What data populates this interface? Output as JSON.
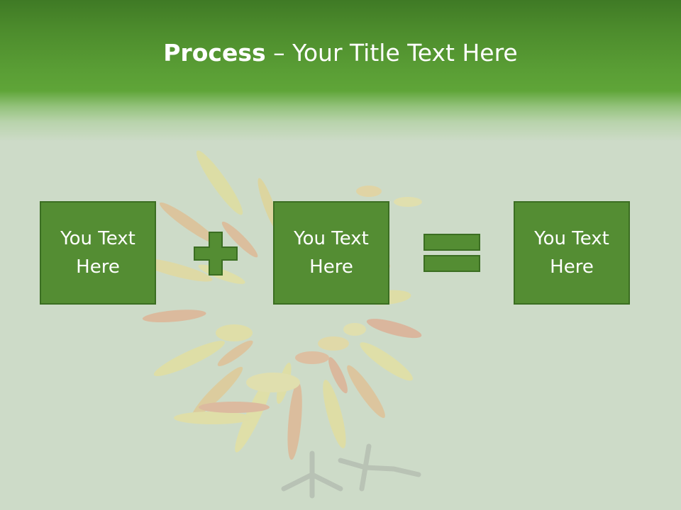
{
  "title": {
    "strong": "Process",
    "rest": " – Your Title Text Here"
  },
  "boxes": [
    {
      "text": "You Text Here"
    },
    {
      "text": "You Text Here"
    },
    {
      "text": "You Text Here"
    }
  ],
  "operators": [
    "plus-icon",
    "equals-icon"
  ],
  "colors": {
    "header_green": "#5fa538",
    "box_fill": "#548d33",
    "box_border": "#3b6e22",
    "background": "#cddbc8"
  }
}
